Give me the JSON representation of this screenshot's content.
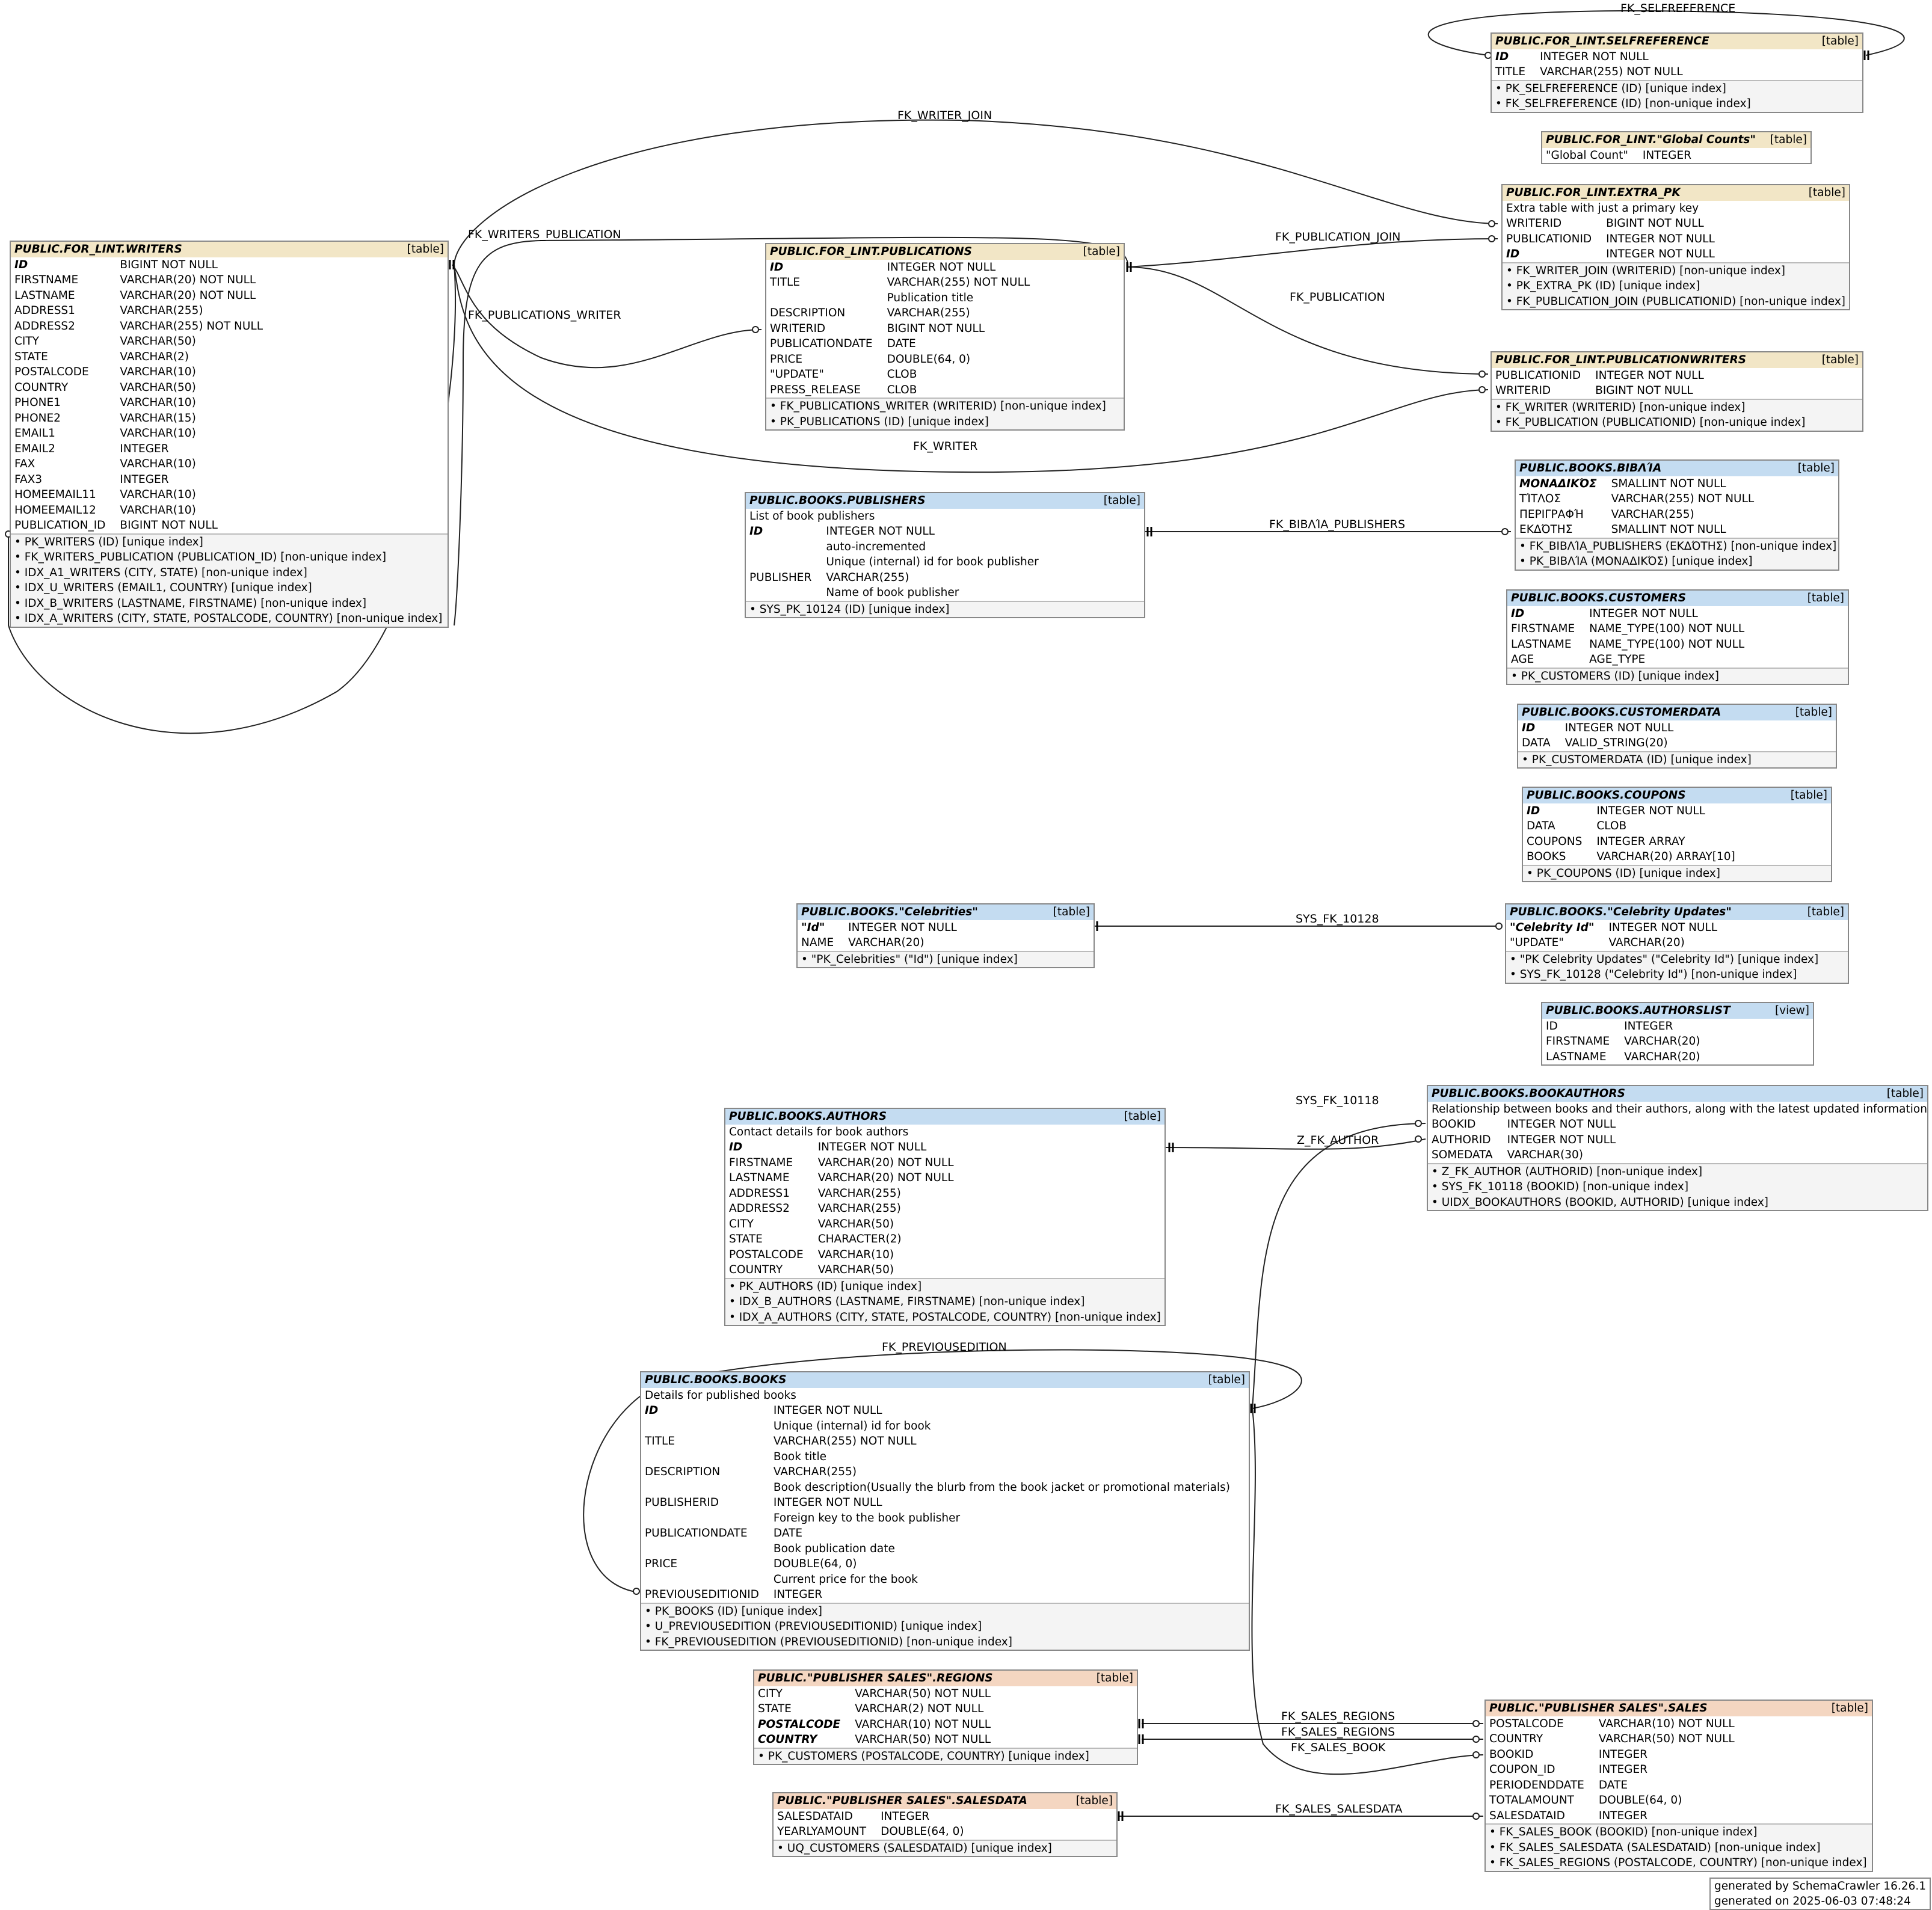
{
  "tables": [
    {
      "id": "selfref",
      "name": "PUBLIC.FOR_LINT.SELFREFERENCE",
      "kind": "[table]",
      "color": "tan",
      "cols": [
        [
          "ID",
          "INTEGER NOT NULL",
          1
        ],
        [
          "TITLE",
          "VARCHAR(255) NOT NULL",
          0
        ]
      ],
      "idx": [
        "• PK_SELFREFERENCE (ID) [unique index]",
        "• FK_SELFREFERENCE (ID) [non-unique index]"
      ]
    },
    {
      "id": "globalcounts",
      "name": "PUBLIC.FOR_LINT.\"Global Counts\"",
      "kind": "[table]",
      "color": "tan",
      "cols": [
        [
          "\"Global Count\"",
          "INTEGER",
          0
        ]
      ],
      "idx": []
    },
    {
      "id": "extrapk",
      "name": "PUBLIC.FOR_LINT.EXTRA_PK",
      "kind": "[table]",
      "color": "tan",
      "remark": "Extra table with just a primary key",
      "cols": [
        [
          "WRITERID",
          "BIGINT NOT NULL",
          0
        ],
        [
          "PUBLICATIONID",
          "INTEGER NOT NULL",
          0
        ],
        [
          "ID",
          "INTEGER NOT NULL",
          1
        ]
      ],
      "idx": [
        "• FK_WRITER_JOIN (WRITERID) [non-unique index]",
        "• PK_EXTRA_PK (ID) [unique index]",
        "• FK_PUBLICATION_JOIN (PUBLICATIONID) [non-unique index]"
      ]
    },
    {
      "id": "writers",
      "name": "PUBLIC.FOR_LINT.WRITERS",
      "kind": "[table]",
      "color": "tan",
      "cols": [
        [
          "ID",
          "BIGINT NOT NULL",
          1
        ],
        [
          "FIRSTNAME",
          "VARCHAR(20) NOT NULL",
          0
        ],
        [
          "LASTNAME",
          "VARCHAR(20) NOT NULL",
          0
        ],
        [
          "ADDRESS1",
          "VARCHAR(255)",
          0
        ],
        [
          "ADDRESS2",
          "VARCHAR(255) NOT NULL",
          0
        ],
        [
          "CITY",
          "VARCHAR(50)",
          0
        ],
        [
          "STATE",
          "VARCHAR(2)",
          0
        ],
        [
          "POSTALCODE",
          "VARCHAR(10)",
          0
        ],
        [
          "COUNTRY",
          "VARCHAR(50)",
          0
        ],
        [
          "PHONE1",
          "VARCHAR(10)",
          0
        ],
        [
          "PHONE2",
          "VARCHAR(15)",
          0
        ],
        [
          "EMAIL1",
          "VARCHAR(10)",
          0
        ],
        [
          "EMAIL2",
          "INTEGER",
          0
        ],
        [
          "FAX",
          "VARCHAR(10)",
          0
        ],
        [
          "FAX3",
          "INTEGER",
          0
        ],
        [
          "HOMEEMAIL11",
          "VARCHAR(10)",
          0
        ],
        [
          "HOMEEMAIL12",
          "VARCHAR(10)",
          0
        ],
        [
          "PUBLICATION_ID",
          "BIGINT NOT NULL",
          0
        ]
      ],
      "idx": [
        "• PK_WRITERS (ID) [unique index]",
        "• FK_WRITERS_PUBLICATION (PUBLICATION_ID) [non-unique index]",
        "• IDX_A1_WRITERS (CITY, STATE) [non-unique index]",
        "• IDX_U_WRITERS (EMAIL1, COUNTRY) [unique index]",
        "• IDX_B_WRITERS (LASTNAME, FIRSTNAME) [non-unique index]",
        "• IDX_A_WRITERS (CITY, STATE, POSTALCODE, COUNTRY) [non-unique index]"
      ]
    },
    {
      "id": "publications",
      "name": "PUBLIC.FOR_LINT.PUBLICATIONS",
      "kind": "[table]",
      "color": "tan",
      "cols": [
        [
          "ID",
          "INTEGER NOT NULL",
          1
        ],
        [
          "TITLE",
          "VARCHAR(255) NOT NULL",
          0
        ],
        [
          "",
          "Publication title",
          0
        ],
        [
          "DESCRIPTION",
          "VARCHAR(255)",
          0
        ],
        [
          "WRITERID",
          "BIGINT NOT NULL",
          0
        ],
        [
          "PUBLICATIONDATE",
          "DATE",
          0
        ],
        [
          "PRICE",
          "DOUBLE(64, 0)",
          0
        ],
        [
          "\"UPDATE\"",
          "CLOB",
          0
        ],
        [
          "PRESS_RELEASE",
          "CLOB",
          0
        ]
      ],
      "idx": [
        "• FK_PUBLICATIONS_WRITER (WRITERID) [non-unique index]",
        "• PK_PUBLICATIONS (ID) [unique index]"
      ]
    },
    {
      "id": "pubwriters",
      "name": "PUBLIC.FOR_LINT.PUBLICATIONWRITERS",
      "kind": "[table]",
      "color": "tan",
      "cols": [
        [
          "PUBLICATIONID",
          "INTEGER NOT NULL",
          0
        ],
        [
          "WRITERID",
          "BIGINT NOT NULL",
          0
        ]
      ],
      "idx": [
        "• FK_WRITER (WRITERID) [non-unique index]",
        "• FK_PUBLICATION (PUBLICATIONID) [non-unique index]"
      ]
    },
    {
      "id": "publishers",
      "name": "PUBLIC.BOOKS.PUBLISHERS",
      "kind": "[table]",
      "color": "blue",
      "remark": "List of book publishers",
      "cols": [
        [
          "ID",
          "INTEGER NOT NULL",
          1
        ],
        [
          "",
          "auto-incremented",
          0
        ],
        [
          "",
          "Unique (internal) id for book publisher",
          0
        ],
        [
          "PUBLISHER",
          "VARCHAR(255)",
          0
        ],
        [
          "",
          "Name of book publisher",
          0
        ]
      ],
      "idx": [
        "• SYS_PK_10124 (ID) [unique index]"
      ]
    },
    {
      "id": "biblia",
      "name": "PUBLIC.BOOKS.ΒΙΒΛΊΑ",
      "kind": "[table]",
      "color": "blue",
      "cols": [
        [
          "ΜΟΝΑΔΙΚΌΣ",
          "SMALLINT NOT NULL",
          1
        ],
        [
          "ΤΊΤΛΟΣ",
          "VARCHAR(255) NOT NULL",
          0
        ],
        [
          "ΠΕΡΙΓΡΑΦΉ",
          "VARCHAR(255)",
          0
        ],
        [
          "ΕΚΔΌΤΗΣ",
          "SMALLINT NOT NULL",
          0
        ]
      ],
      "idx": [
        "• FK_ΒΙΒΛΊΑ_PUBLISHERS (ΕΚΔΌΤΗΣ) [non-unique index]",
        "• PK_ΒΙΒΛΊΑ (ΜΟΝΑΔΙΚΌΣ) [unique index]"
      ]
    },
    {
      "id": "customers",
      "name": "PUBLIC.BOOKS.CUSTOMERS",
      "kind": "[table]",
      "color": "blue",
      "cols": [
        [
          "ID",
          "INTEGER NOT NULL",
          1
        ],
        [
          "FIRSTNAME",
          "NAME_TYPE(100) NOT NULL",
          0
        ],
        [
          "LASTNAME",
          "NAME_TYPE(100) NOT NULL",
          0
        ],
        [
          "AGE",
          "AGE_TYPE",
          0
        ]
      ],
      "idx": [
        "• PK_CUSTOMERS (ID) [unique index]"
      ]
    },
    {
      "id": "customerdata",
      "name": "PUBLIC.BOOKS.CUSTOMERDATA",
      "kind": "[table]",
      "color": "blue",
      "cols": [
        [
          "ID",
          "INTEGER NOT NULL",
          1
        ],
        [
          "DATA",
          "VALID_STRING(20)",
          0
        ]
      ],
      "idx": [
        "• PK_CUSTOMERDATA (ID) [unique index]"
      ]
    },
    {
      "id": "coupons",
      "name": "PUBLIC.BOOKS.COUPONS",
      "kind": "[table]",
      "color": "blue",
      "cols": [
        [
          "ID",
          "INTEGER NOT NULL",
          1
        ],
        [
          "DATA",
          "CLOB",
          0
        ],
        [
          "COUPONS",
          "INTEGER ARRAY",
          0
        ],
        [
          "BOOKS",
          "VARCHAR(20) ARRAY[10]",
          0
        ]
      ],
      "idx": [
        "• PK_COUPONS (ID) [unique index]"
      ]
    },
    {
      "id": "celebrities",
      "name": "PUBLIC.BOOKS.\"Celebrities\"",
      "kind": "[table]",
      "color": "blue",
      "cols": [
        [
          "\"Id\"",
          "INTEGER NOT NULL",
          1
        ],
        [
          "NAME",
          "VARCHAR(20)",
          0
        ]
      ],
      "idx": [
        "• \"PK_Celebrities\" (\"Id\") [unique index]"
      ]
    },
    {
      "id": "celebupdates",
      "name": "PUBLIC.BOOKS.\"Celebrity Updates\"",
      "kind": "[table]",
      "color": "blue",
      "cols": [
        [
          "\"Celebrity Id\"",
          "INTEGER NOT NULL",
          1
        ],
        [
          "\"UPDATE\"",
          "VARCHAR(20)",
          0
        ]
      ],
      "idx": [
        "• \"PK Celebrity Updates\" (\"Celebrity Id\") [unique index]",
        "• SYS_FK_10128 (\"Celebrity Id\") [non-unique index]"
      ]
    },
    {
      "id": "authorslist",
      "name": "PUBLIC.BOOKS.AUTHORSLIST",
      "kind": "[view]",
      "color": "blue",
      "cols": [
        [
          "ID",
          "INTEGER",
          0
        ],
        [
          "FIRSTNAME",
          "VARCHAR(20)",
          0
        ],
        [
          "LASTNAME",
          "VARCHAR(20)",
          0
        ]
      ],
      "idx": []
    },
    {
      "id": "bookauthors",
      "name": "PUBLIC.BOOKS.BOOKAUTHORS",
      "kind": "[table]",
      "color": "blue",
      "remark": "Relationship between books and their authors, along with the latest updated information",
      "cols": [
        [
          "BOOKID",
          "INTEGER NOT NULL",
          0
        ],
        [
          "AUTHORID",
          "INTEGER NOT NULL",
          0
        ],
        [
          "SOMEDATA",
          "VARCHAR(30)",
          0
        ]
      ],
      "idx": [
        "• Z_FK_AUTHOR (AUTHORID) [non-unique index]",
        "• SYS_FK_10118 (BOOKID) [non-unique index]",
        "• UIDX_BOOKAUTHORS (BOOKID, AUTHORID) [unique index]"
      ]
    },
    {
      "id": "authors",
      "name": "PUBLIC.BOOKS.AUTHORS",
      "kind": "[table]",
      "color": "blue",
      "remark": "Contact details for book authors",
      "cols": [
        [
          "ID",
          "INTEGER NOT NULL",
          1
        ],
        [
          "FIRSTNAME",
          "VARCHAR(20) NOT NULL",
          0
        ],
        [
          "LASTNAME",
          "VARCHAR(20) NOT NULL",
          0
        ],
        [
          "ADDRESS1",
          "VARCHAR(255)",
          0
        ],
        [
          "ADDRESS2",
          "VARCHAR(255)",
          0
        ],
        [
          "CITY",
          "VARCHAR(50)",
          0
        ],
        [
          "STATE",
          "CHARACTER(2)",
          0
        ],
        [
          "POSTALCODE",
          "VARCHAR(10)",
          0
        ],
        [
          "COUNTRY",
          "VARCHAR(50)",
          0
        ]
      ],
      "idx": [
        "• PK_AUTHORS (ID) [unique index]",
        "• IDX_B_AUTHORS (LASTNAME, FIRSTNAME) [non-unique index]",
        "• IDX_A_AUTHORS (CITY, STATE, POSTALCODE, COUNTRY) [non-unique index]"
      ]
    },
    {
      "id": "books",
      "name": "PUBLIC.BOOKS.BOOKS",
      "kind": "[table]",
      "color": "blue",
      "remark": "Details for published books",
      "cols": [
        [
          "ID",
          "INTEGER NOT NULL",
          1
        ],
        [
          "",
          "Unique (internal) id for book",
          0
        ],
        [
          "TITLE",
          "VARCHAR(255) NOT NULL",
          0
        ],
        [
          "",
          "Book title",
          0
        ],
        [
          "DESCRIPTION",
          "VARCHAR(255)",
          0
        ],
        [
          "",
          "Book description(Usually the blurb from the book jacket or promotional materials)",
          0
        ],
        [
          "PUBLISHERID",
          "INTEGER NOT NULL",
          0
        ],
        [
          "",
          "Foreign key to the book publisher",
          0
        ],
        [
          "PUBLICATIONDATE",
          "DATE",
          0
        ],
        [
          "",
          "Book publication date",
          0
        ],
        [
          "PRICE",
          "DOUBLE(64, 0)",
          0
        ],
        [
          "",
          "Current price for the book",
          0
        ],
        [
          "PREVIOUSEDITIONID",
          "INTEGER",
          0
        ]
      ],
      "idx": [
        "• PK_BOOKS (ID) [unique index]",
        "• U_PREVIOUSEDITION (PREVIOUSEDITIONID) [unique index]",
        "• FK_PREVIOUSEDITION (PREVIOUSEDITIONID) [non-unique index]"
      ]
    },
    {
      "id": "regions",
      "name": "PUBLIC.\"PUBLISHER SALES\".REGIONS",
      "kind": "[table]",
      "color": "peach",
      "cols": [
        [
          "CITY",
          "VARCHAR(50) NOT NULL",
          0
        ],
        [
          "STATE",
          "VARCHAR(2) NOT NULL",
          0
        ],
        [
          "POSTALCODE",
          "VARCHAR(10) NOT NULL",
          1
        ],
        [
          "COUNTRY",
          "VARCHAR(50) NOT NULL",
          1
        ]
      ],
      "idx": [
        "• PK_CUSTOMERS (POSTALCODE, COUNTRY) [unique index]"
      ]
    },
    {
      "id": "sales",
      "name": "PUBLIC.\"PUBLISHER SALES\".SALES",
      "kind": "[table]",
      "color": "peach",
      "cols": [
        [
          "POSTALCODE",
          "VARCHAR(10) NOT NULL",
          0
        ],
        [
          "COUNTRY",
          "VARCHAR(50) NOT NULL",
          0
        ],
        [
          "BOOKID",
          "INTEGER",
          0
        ],
        [
          "COUPON_ID",
          "INTEGER",
          0
        ],
        [
          "PERIODENDDATE",
          "DATE",
          0
        ],
        [
          "TOTALAMOUNT",
          "DOUBLE(64, 0)",
          0
        ],
        [
          "SALESDATAID",
          "INTEGER",
          0
        ]
      ],
      "idx": [
        "• FK_SALES_BOOK (BOOKID) [non-unique index]",
        "• FK_SALES_SALESDATA (SALESDATAID) [non-unique index]",
        "• FK_SALES_REGIONS (POSTALCODE, COUNTRY) [non-unique index]"
      ]
    },
    {
      "id": "salesdata",
      "name": "PUBLIC.\"PUBLISHER SALES\".SALESDATA",
      "kind": "[table]",
      "color": "peach",
      "cols": [
        [
          "SALESDATAID",
          "INTEGER",
          0
        ],
        [
          "YEARLYAMOUNT",
          "DOUBLE(64, 0)",
          0
        ]
      ],
      "idx": [
        "• UQ_CUSTOMERS (SALESDATAID) [unique index]"
      ]
    }
  ],
  "edge_labels": {
    "fk_selfreference": "FK_SELFREFERENCE",
    "fk_writer_join": "FK_WRITER_JOIN",
    "fk_writers_publication": "FK_WRITERS_PUBLICATION",
    "fk_publication_join": "FK_PUBLICATION_JOIN",
    "fk_publications_writer": "FK_PUBLICATIONS_WRITER",
    "fk_publication": "FK_PUBLICATION",
    "fk_writer": "FK_WRITER",
    "fk_biblia_publishers": "FK_ΒΙΒΛΊΑ_PUBLISHERS",
    "sys_fk_10128": "SYS_FK_10128",
    "sys_fk_10118": "SYS_FK_10118",
    "z_fk_author": "Z_FK_AUTHOR",
    "fk_previousedition": "FK_PREVIOUSEDITION",
    "fk_sales_regions_1": "FK_SALES_REGIONS",
    "fk_sales_regions_2": "FK_SALES_REGIONS",
    "fk_sales_book": "FK_SALES_BOOK",
    "fk_sales_salesdata": "FK_SALES_SALESDATA"
  },
  "footer": {
    "line1": "generated by SchemaCrawler 16.26.1",
    "line2": "generated on 2025-06-03 07:48:24"
  }
}
